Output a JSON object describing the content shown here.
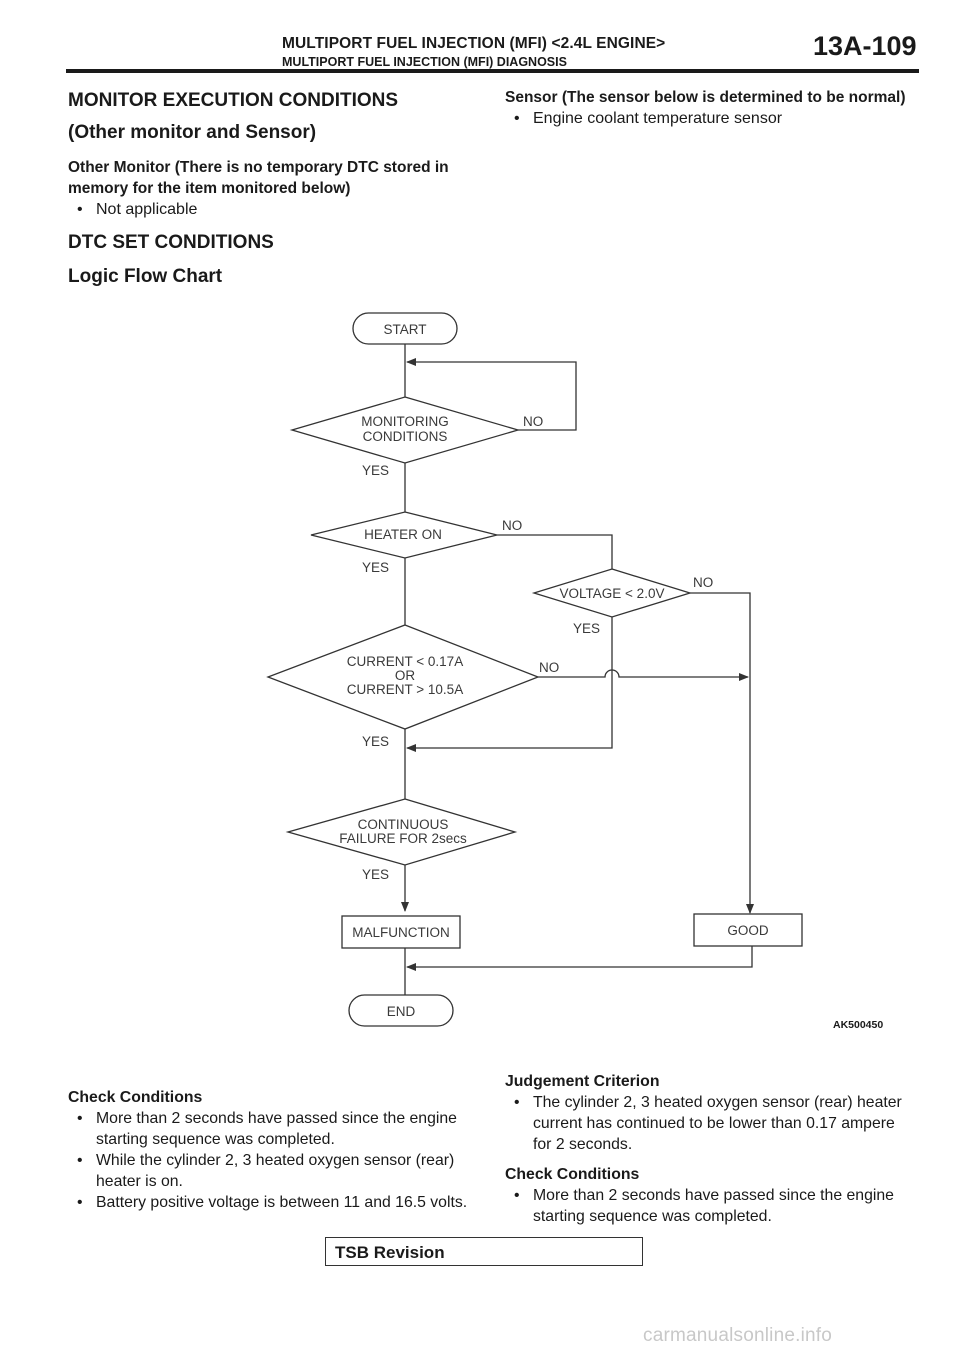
{
  "header": {
    "title": "MULTIPORT FUEL INJECTION (MFI) <2.4L ENGINE>",
    "subtitle": "MULTIPORT FUEL INJECTION (MFI) DIAGNOSIS",
    "page_number": "13A-109"
  },
  "left_top": {
    "heading_line1": "MONITOR EXECUTION CONDITIONS",
    "heading_line2": "(Other monitor and Sensor)",
    "other_monitor_label": "Other Monitor (There is no temporary DTC stored in memory for the item monitored below)",
    "other_monitor_items": [
      "Not applicable"
    ],
    "dtc_heading": "DTC SET CONDITIONS",
    "logic_heading": "Logic Flow Chart"
  },
  "right_top": {
    "sensor_label": "Sensor (The sensor below is determined to be normal)",
    "sensor_items": [
      "Engine coolant temperature sensor"
    ]
  },
  "flowchart": {
    "start": "START",
    "monitoring_line1": "MONITORING",
    "monitoring_line2": "CONDITIONS",
    "heater": "HEATER ON",
    "voltage": "VOLTAGE < 2.0V",
    "current_line1": "CURRENT < 0.17A",
    "current_line2": "OR",
    "current_line3": "CURRENT > 10.5A",
    "continuous_line1": "CONTINUOUS",
    "continuous_line2": "FAILURE FOR 2secs",
    "malfunction": "MALFUNCTION",
    "good": "GOOD",
    "end": "END",
    "yes": "YES",
    "no": "NO",
    "figure_id": "AK500450"
  },
  "left_bottom": {
    "check_label": "Check Conditions",
    "check_items": [
      "More than 2 seconds have passed since the engine starting sequence was completed.",
      "While the cylinder 2, 3 heated oxygen sensor (rear) heater is on.",
      "Battery positive voltage is between 11 and 16.5 volts."
    ]
  },
  "right_bottom": {
    "judgement_label": "Judgement Criterion",
    "judgement_items": [
      "The cylinder 2, 3 heated oxygen sensor (rear) heater current has continued to be lower than 0.17 ampere for 2 seconds."
    ],
    "check_label": "Check Conditions",
    "check_items": [
      "More than 2 seconds have passed since the engine starting sequence was completed."
    ]
  },
  "footer": {
    "tsb": "TSB Revision",
    "watermark": "carmanualsonline.info"
  }
}
